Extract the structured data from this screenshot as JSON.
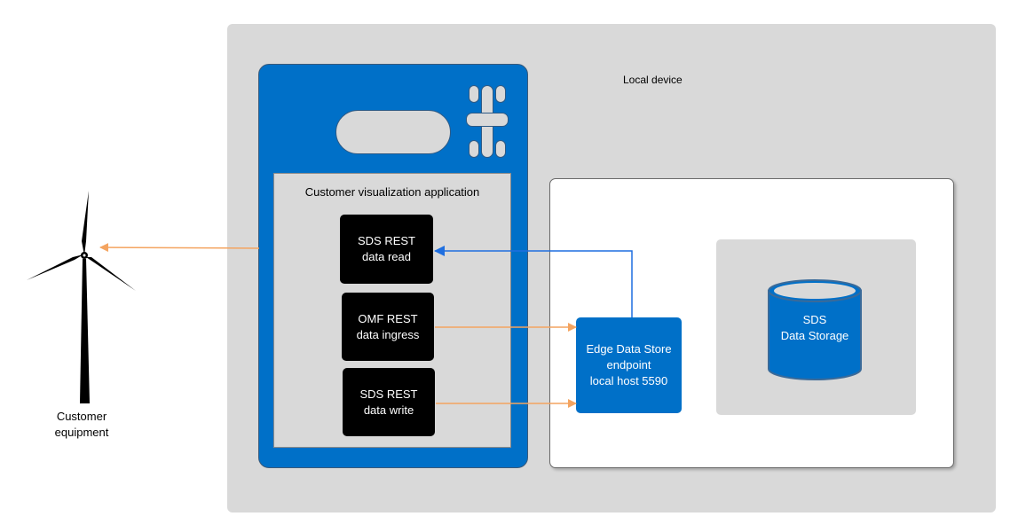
{
  "local_device": {
    "label": "Local device"
  },
  "app": {
    "title": "Customer visualization application"
  },
  "boxes": {
    "sds_read": {
      "line1": "SDS REST",
      "line2": "data read"
    },
    "omf_ingress": {
      "line1": "OMF REST",
      "line2": "data ingress"
    },
    "sds_write": {
      "line1": "SDS REST",
      "line2": "data write"
    }
  },
  "edge": {
    "line1": "Edge Data Store",
    "line2": "endpoint",
    "line3": "local host 5590"
  },
  "storage": {
    "line1": "SDS",
    "line2": "Data Storage"
  },
  "customer": {
    "line1": "Customer",
    "line2": "equipment"
  },
  "colors": {
    "blue": "#0070c8",
    "arrow_orange": "#f4a460",
    "arrow_blue": "#1f6fe0",
    "panel_gray": "#d9d9d9"
  },
  "icons": [
    "wind-turbine-icon",
    "data-storage-cylinder-icon",
    "keypad-icon",
    "screen-display"
  ]
}
